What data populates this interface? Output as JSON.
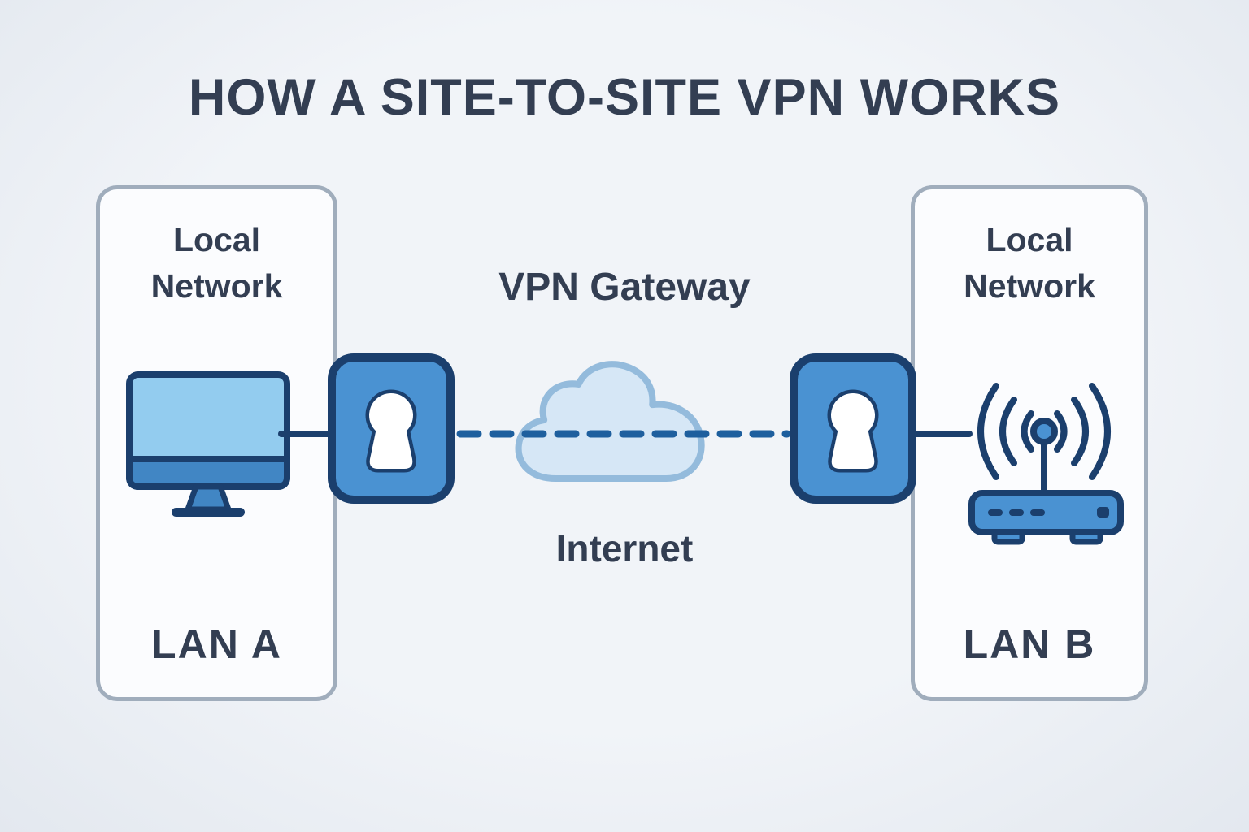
{
  "title": "HOW A SITE-TO-SITE VPN WORKS",
  "center": {
    "gateway_label": "VPN Gateway",
    "internet_label": "Internet"
  },
  "panels": [
    {
      "id": "lan-a",
      "header": "Local Network",
      "footer": "LAN A",
      "device": "desktop-computer"
    },
    {
      "id": "lan-b",
      "header": "Local Network",
      "footer": "LAN B",
      "device": "wifi-router"
    }
  ],
  "icons": {
    "left_device": "desktop-computer-icon",
    "right_device": "wifi-router-icon",
    "gateway_a": "keyhole-lock-gateway-icon",
    "gateway_b": "keyhole-lock-gateway-icon",
    "cloud": "internet-cloud-icon"
  },
  "connections": {
    "lan_a_to_gateway": "solid",
    "gateway_to_gateway_tunnel": "dashed",
    "gateway_to_lan_b": "solid"
  },
  "colors": {
    "bg_center": "#f1f4f8",
    "bg_edge": "#e3e8ef",
    "panel_fill": "#fbfcfe",
    "panel_border": "#a0adbc",
    "text_dark": "#333e52",
    "navy": "#1b3f6d",
    "blue_mid": "#4a92d2",
    "blue_bar": "#4186c4",
    "blue_light": "#93ccef",
    "cloud_fill": "#d6e7f6",
    "cloud_border": "#94bbdc",
    "dash_blue": "#1e5f9e",
    "white": "#ffffff"
  }
}
